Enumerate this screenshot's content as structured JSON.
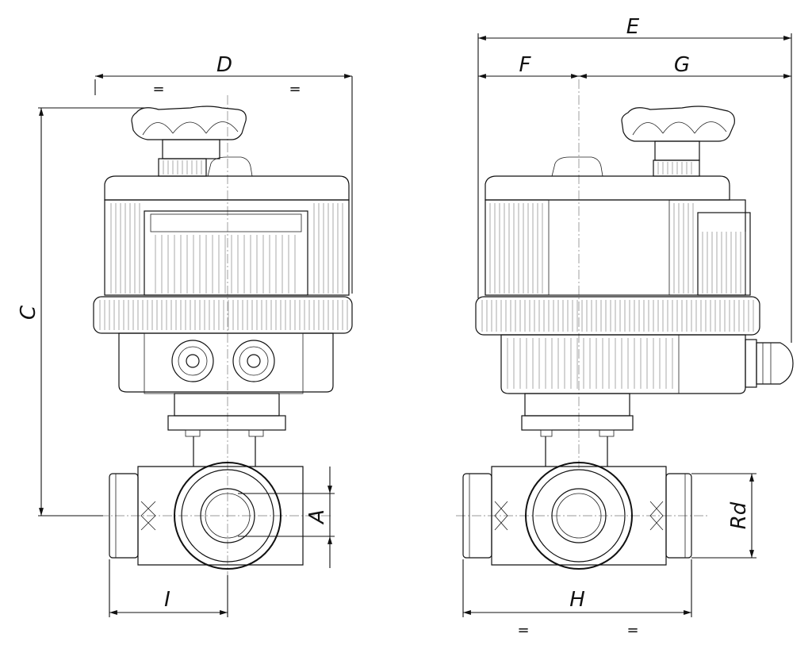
{
  "drawing": {
    "left_view": {
      "dims": {
        "D": "D",
        "C": "C",
        "A": "A",
        "I": "I"
      },
      "equal_marks": [
        "=",
        "="
      ]
    },
    "right_view": {
      "dims": {
        "E": "E",
        "F": "F",
        "G": "G",
        "H": "H",
        "Rd": "Rd"
      },
      "equal_marks": [
        "=",
        "="
      ]
    }
  },
  "colors": {
    "line": "#111111",
    "center_line": "#777777",
    "background": "#ffffff"
  }
}
